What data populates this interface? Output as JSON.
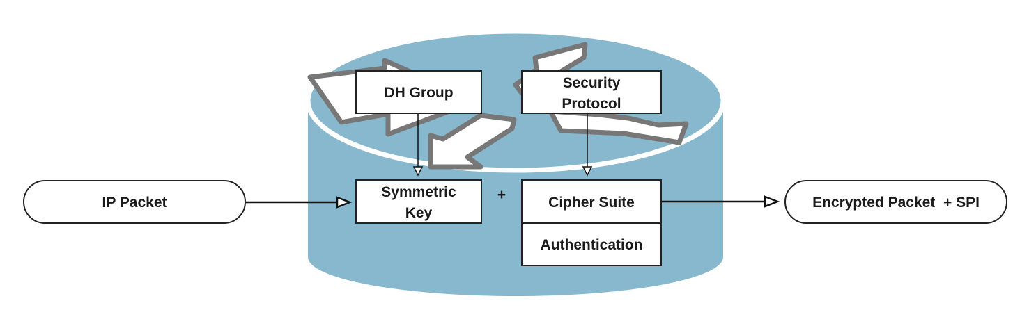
{
  "diagram": {
    "nodes": {
      "ip_packet": "IP Packet",
      "dh_group": "DH Group",
      "security_protocol_line1": "Security",
      "security_protocol_line2": "Protocol",
      "symmetric_key_line1": "Symmetric",
      "symmetric_key_line2": "Key",
      "plus_sign": "+",
      "cipher_suite": "Cipher Suite",
      "authentication": "Authentication",
      "encrypted_packet": "Encrypted Packet  + SPI"
    },
    "colors": {
      "cylinder_fill": "#87b8ce",
      "cylinder_stroke": "#ffffff",
      "box_fill": "#ffffff",
      "box_stroke": "#222222",
      "big_arrow_fill": "#ffffff",
      "big_arrow_stroke": "#777777",
      "connector": "#111111"
    }
  }
}
